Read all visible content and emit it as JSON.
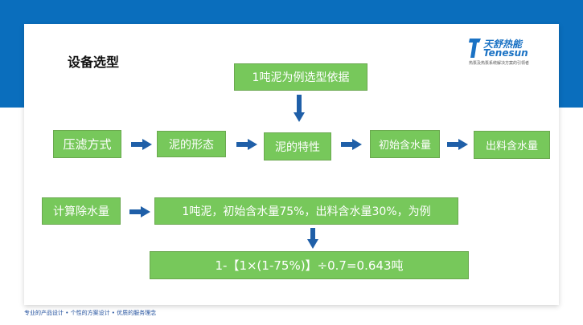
{
  "header": {
    "title": "设备选型"
  },
  "logo": {
    "name_cn": "天舒热能",
    "name_en": "Tenesun",
    "tagline": "热泵及热泵系统解决方案的引领者"
  },
  "flow": {
    "basis": "1吨泥为例选型依据",
    "steps": [
      "压滤方式",
      "泥的形态",
      "泥的特性",
      "初始含水量",
      "出料含水量"
    ]
  },
  "calc": {
    "label": "计算除水量",
    "example": "1吨泥，初始含水量75%，出料含水量30%，为例",
    "formula": "1-【1×(1-75%)】÷0.7=0.643吨"
  },
  "footer": {
    "slogan": "专业的产品设计 • 个性的方案设计 • 优质的服务理念"
  },
  "colors": {
    "box_fill": "#77c85b",
    "arrow": "#1f5fa8",
    "band": "#0a6ebd"
  }
}
